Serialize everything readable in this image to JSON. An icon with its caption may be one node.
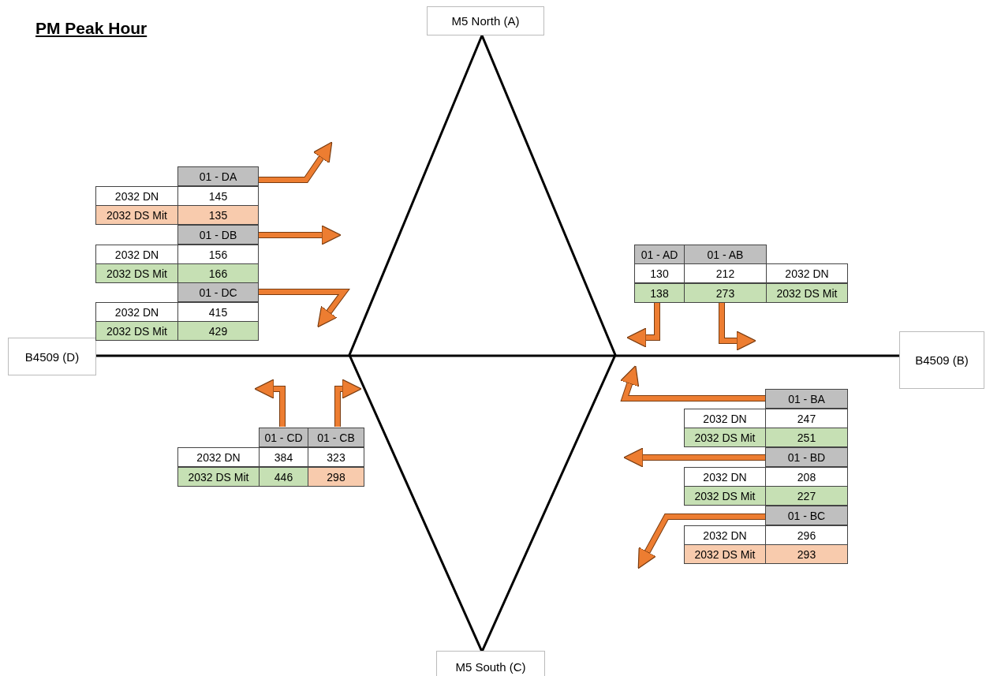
{
  "diagram": {
    "title": "PM Peak Hour",
    "nodes": [
      {
        "text": [
          "M5 North (A)"
        ]
      },
      {
        "text": [
          "B4509 (B)"
        ]
      },
      {
        "text": [
          "M5 South (C)"
        ]
      },
      {
        "text": [
          "B4509 (D)"
        ]
      }
    ],
    "edges": [
      {
        "from": 3,
        "to": 1,
        "arrow": "none"
      }
    ],
    "labels": [
      "01 - DA",
      "2032 DN",
      "145",
      "2032 DS Mit",
      "135",
      "01 - DB",
      "2032 DN",
      "156",
      "2032 DS Mit",
      "166",
      "01 - DC",
      "2032 DN",
      "415",
      "2032 DS Mit",
      "429",
      "01 - AD",
      "01 - AB",
      "130",
      "212",
      "2032 DN",
      "138",
      "273",
      "2032 DS Mit",
      "01 - CD",
      "01 - CB",
      "2032 DN",
      "384",
      "323",
      "2032 DS Mit",
      "446",
      "298",
      "01 - BA",
      "2032 DN",
      "247",
      "2032 DS Mit",
      "251",
      "01 - BD",
      "2032 DN",
      "208",
      "2032 DS Mit",
      "227",
      "01 - BC",
      "2032 DN",
      "296",
      "2032 DS Mit",
      "293"
    ]
  }
}
